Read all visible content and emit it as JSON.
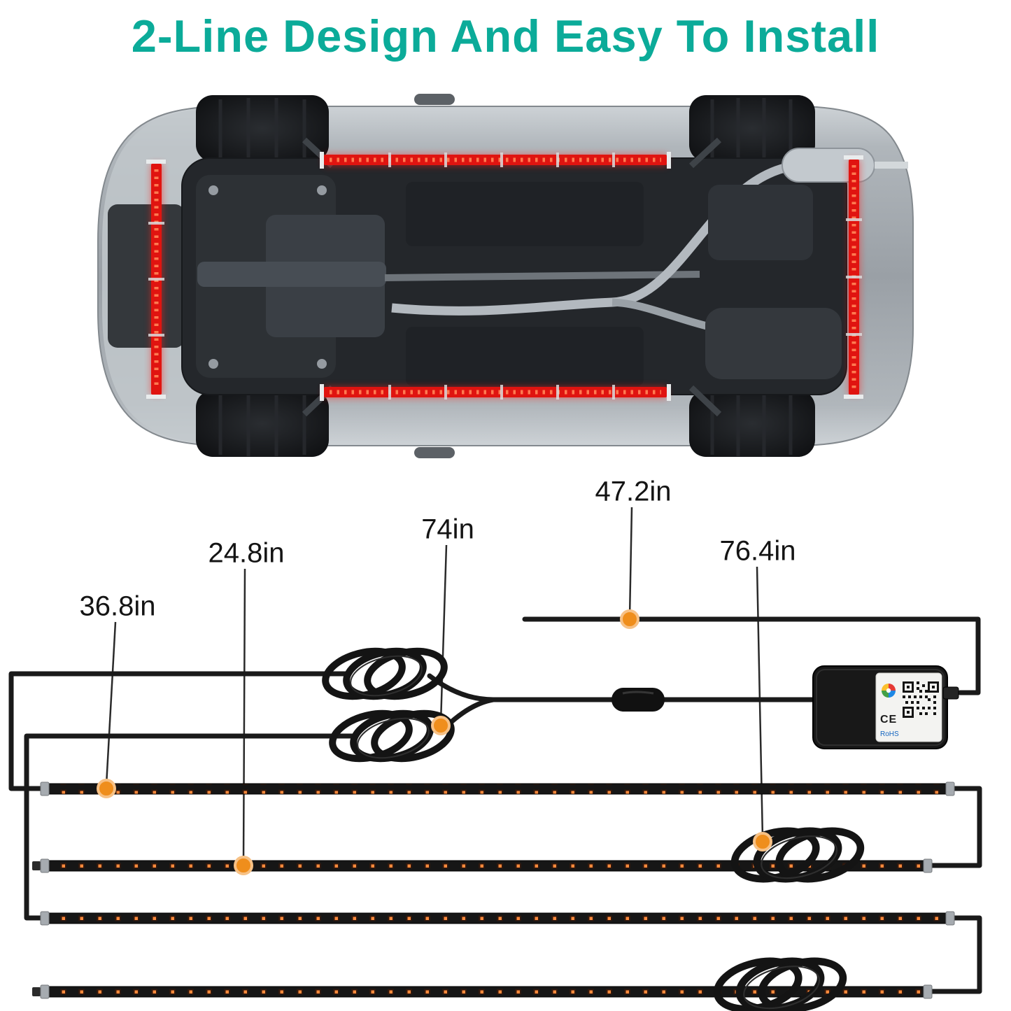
{
  "title": "2-Line Design And Easy To Install",
  "measurements": [
    "36.8in",
    "24.8in",
    "74in",
    "47.2in",
    "76.4in"
  ],
  "controller": {
    "ce_mark": "CE",
    "rohs_mark": "RoHS"
  },
  "colors": {
    "accent_teal": "#0bab99",
    "marker_orange": "#ef8e1c",
    "led_red": "#e01410",
    "wire_black": "#1a1a1a",
    "car_body_grey": "#9aa0a6"
  }
}
